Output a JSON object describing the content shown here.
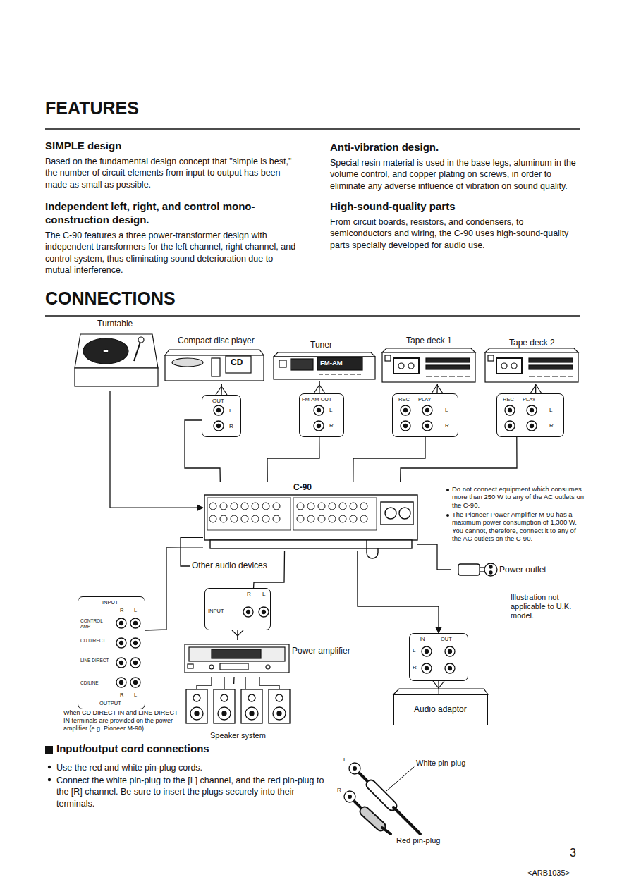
{
  "diagram": {
    "title": "CONNECTIONS",
    "nodes": [
      {
        "text": [
          "Turntable"
        ]
      },
      {
        "text": [
          "Compact disc player",
          "CD"
        ]
      },
      {
        "text": [
          "Tuner",
          "FM-AM"
        ]
      },
      {
        "text": [
          "Tape deck 1"
        ]
      },
      {
        "text": [
          "Tape deck 2"
        ]
      },
      {
        "text": [
          "OUT",
          "L",
          "R"
        ]
      },
      {
        "text": [
          "FM-AM OUT",
          "L",
          "R"
        ]
      },
      {
        "text": [
          "REC",
          "PLAY",
          "L",
          "R"
        ]
      },
      {
        "text": [
          "REC",
          "PLAY",
          "L",
          "R"
        ]
      },
      {
        "text": [
          "C-90"
        ]
      },
      {
        "text": [
          "Other audio devices"
        ]
      },
      {
        "text": [
          "Power outlet"
        ]
      },
      {
        "text": [
          "INPUT",
          "R",
          "L",
          "CONTROL AMP",
          "CD DIRECT",
          "LINE DIRECT",
          "CD/LINE",
          "R",
          "L",
          "OUTPUT"
        ]
      },
      {
        "text": [
          "R",
          "L",
          "INPUT"
        ]
      },
      {
        "text": [
          "Power amplifier"
        ]
      },
      {
        "text": [
          "Speaker system"
        ]
      },
      {
        "text": [
          "IN",
          "OUT",
          "L",
          "R"
        ]
      },
      {
        "text": [
          "Audio adaptor"
        ]
      }
    ],
    "edges": [
      {
        "from": 0,
        "to": 9,
        "arrow": "to"
      },
      {
        "from": 1,
        "to": 5,
        "arrow": "none"
      },
      {
        "from": 5,
        "to": 9,
        "arrow": "none"
      },
      {
        "from": 2,
        "to": 6,
        "arrow": "none"
      },
      {
        "from": 6,
        "to": 9,
        "arrow": "none"
      },
      {
        "from": 3,
        "to": 7,
        "arrow": "none"
      },
      {
        "from": 7,
        "to": 9,
        "arrow": "none"
      },
      {
        "from": 4,
        "to": 8,
        "arrow": "none"
      },
      {
        "from": 8,
        "to": 9,
        "arrow": "none"
      },
      {
        "from": 10,
        "to": 9,
        "arrow": "none"
      },
      {
        "from": 9,
        "to": 12,
        "arrow": "none"
      },
      {
        "from": 9,
        "to": 13,
        "arrow": "none"
      },
      {
        "from": 13,
        "to": 14,
        "arrow": "none"
      },
      {
        "from": 14,
        "to": 15,
        "arrow": "none"
      },
      {
        "from": 9,
        "to": 16,
        "arrow": "to"
      },
      {
        "from": 16,
        "to": 17,
        "arrow": "none"
      },
      {
        "from": 9,
        "to": 11,
        "arrow": "none"
      }
    ],
    "labels": [
      "FEATURES",
      "SIMPLE design",
      "Based on the fundamental design concept that \"simple is best,\" the number of circuit elements from input to output has been made as small as possible.",
      "Independent left, right, and control mono-construction design.",
      "The C-90 features a three power-transformer design with independent transformers for the left channel, right channel, and control system, thus eliminating sound deterioration due to mutual interference.",
      "Anti-vibration design.",
      "Special resin material is used in the base legs, aluminum in the volume control, and copper plating on screws, in order to eliminate any adverse influence of vibration on sound quality.",
      "High-sound-quality parts",
      "From circuit boards, resistors, and condensers, to semiconductors and wiring, the C-90 uses high-sound-quality parts specially developed for audio use.",
      "Do not connect equipment which consumes more than 250 W to any of the AC outlets on the C-90.",
      "The Pioneer Power Amplifier M-90 has a maximum power consumption of 1,300 W. You cannot, therefore, connect it to any of the AC outlets on the C-90.",
      "Illustration not applicable to U.K. model.",
      "When CD DIRECT IN and LINE DIRECT IN terminals are provided on the power amplifier (e.g. Pioneer M-90)",
      "Input/output cord connections",
      "Use the red and white pin-plug cords.",
      "Connect the white pin-plug to the [L] channel, and the red pin-plug to the [R] channel. Be sure to insert the plugs securely into their terminals.",
      "L",
      "R",
      "White pin-plug",
      "Red pin-plug",
      "3",
      "<ARB1035>"
    ]
  }
}
